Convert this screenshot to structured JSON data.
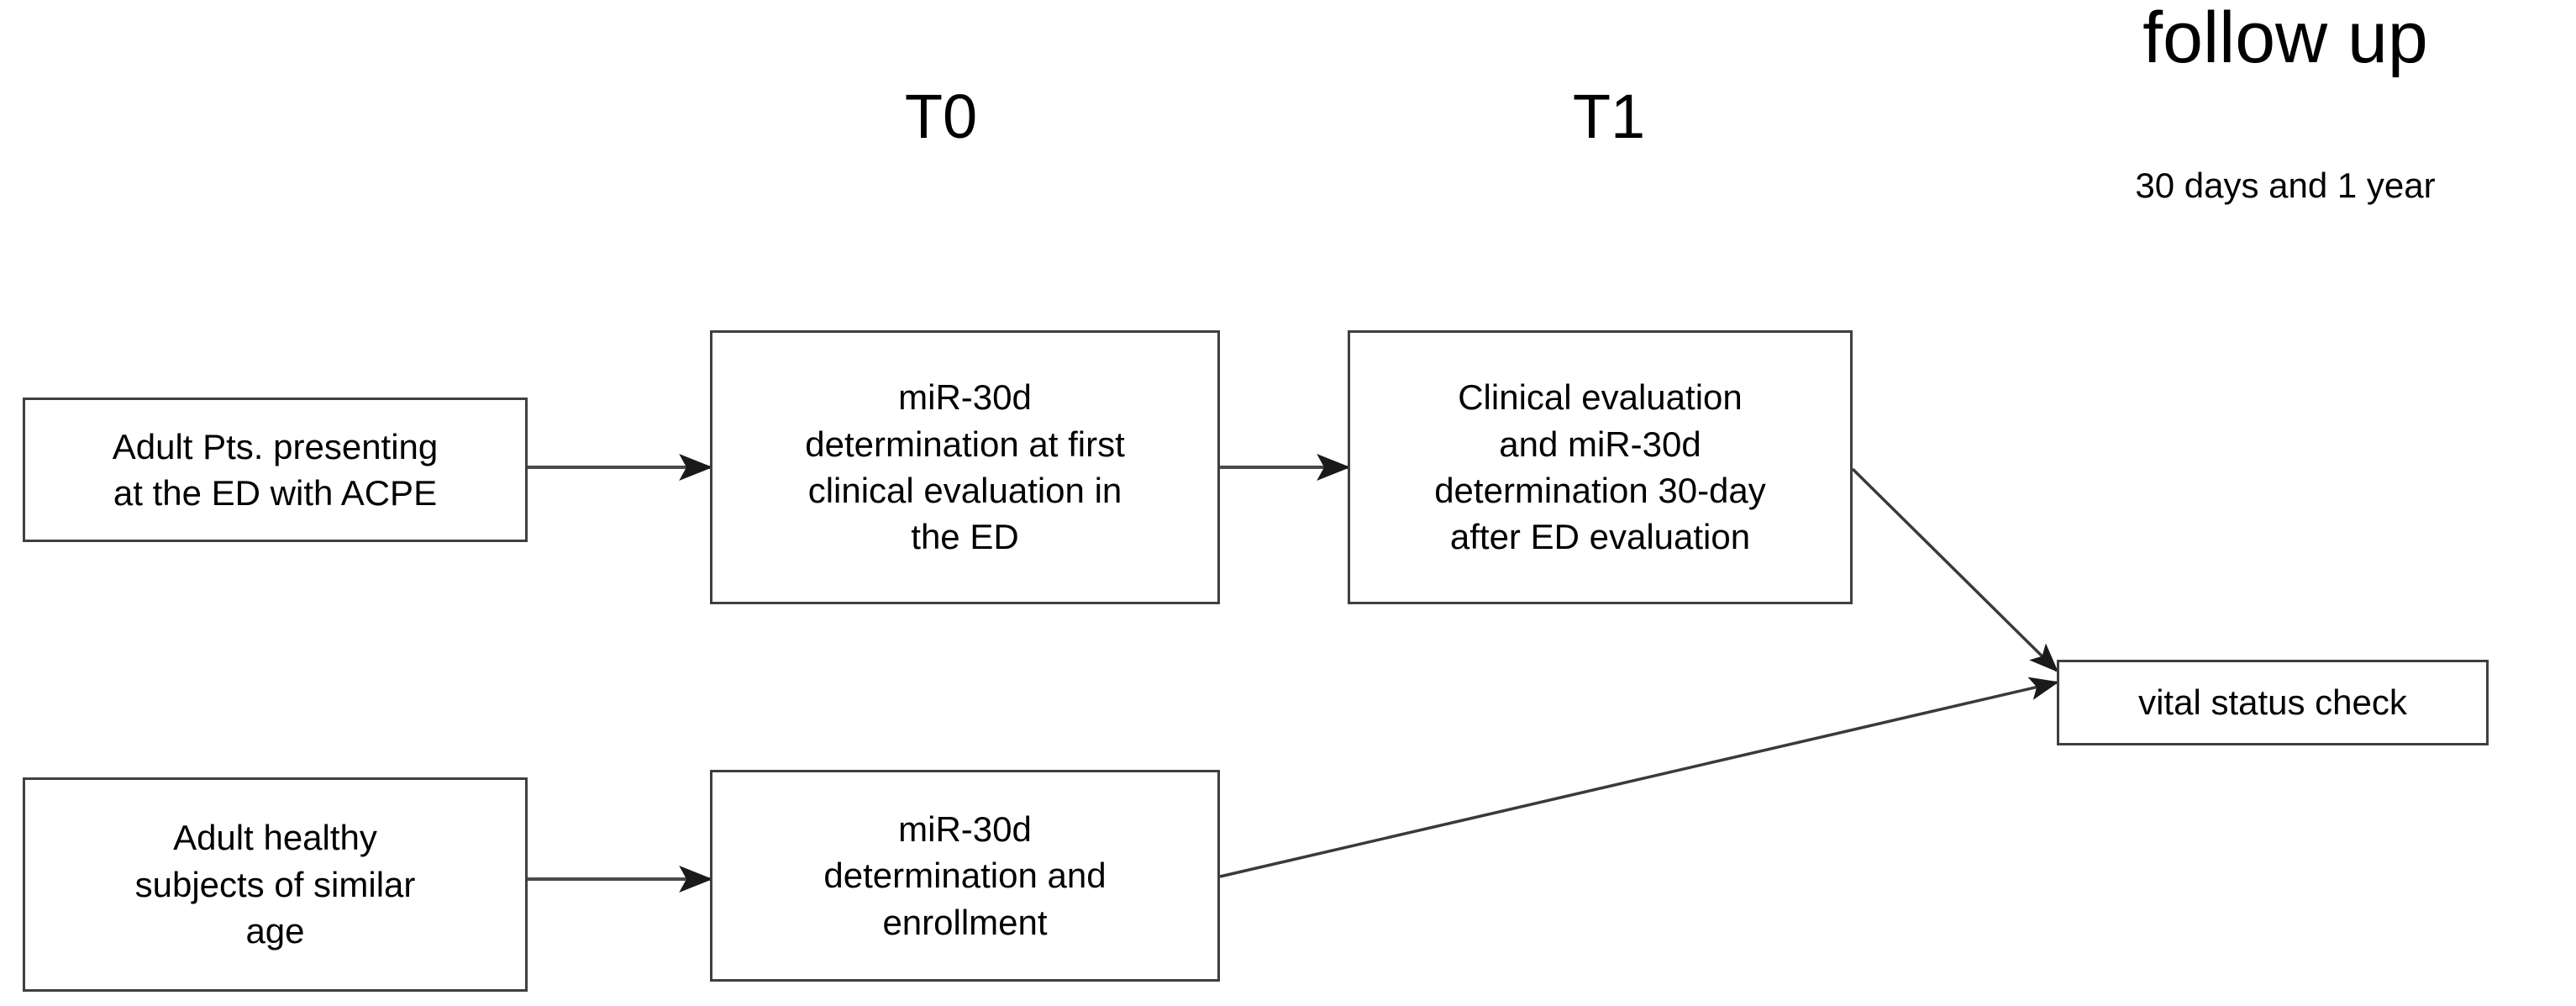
{
  "diagram": {
    "type": "study-flow-diagram",
    "background": "#ffffff",
    "line_color": "#3f3f3f",
    "text_color": "#000000",
    "timeline": {
      "t0_label": "T0",
      "t1_label": "T1",
      "followup_title": "follow up",
      "followup_subtitle": "30 days and 1 year"
    },
    "nodes": [
      {
        "id": "adult-pts-acpe",
        "text": "Adult Pts. presenting\nat the ED with ACPE"
      },
      {
        "id": "mir30d-first-ed",
        "text": "miR-30d\ndetermination at first\nclinical evaluation in\nthe ED"
      },
      {
        "id": "clinical-eval-30day",
        "text": "Clinical evaluation\nand miR-30d\ndetermination 30-day\nafter ED evaluation"
      },
      {
        "id": "vital-status-check",
        "text": "vital status check"
      },
      {
        "id": "adult-healthy-subjects",
        "text": "Adult healthy\nsubjects of similar\nage"
      },
      {
        "id": "mir30d-enrollment",
        "text": "miR-30d\ndetermination and\nenrollment"
      }
    ],
    "edges": [
      {
        "from": "adult-pts-acpe",
        "to": "mir30d-first-ed"
      },
      {
        "from": "mir30d-first-ed",
        "to": "clinical-eval-30day"
      },
      {
        "from": "clinical-eval-30day",
        "to": "vital-status-check"
      },
      {
        "from": "adult-healthy-subjects",
        "to": "mir30d-enrollment"
      },
      {
        "from": "mir30d-enrollment",
        "to": "vital-status-check"
      }
    ]
  }
}
